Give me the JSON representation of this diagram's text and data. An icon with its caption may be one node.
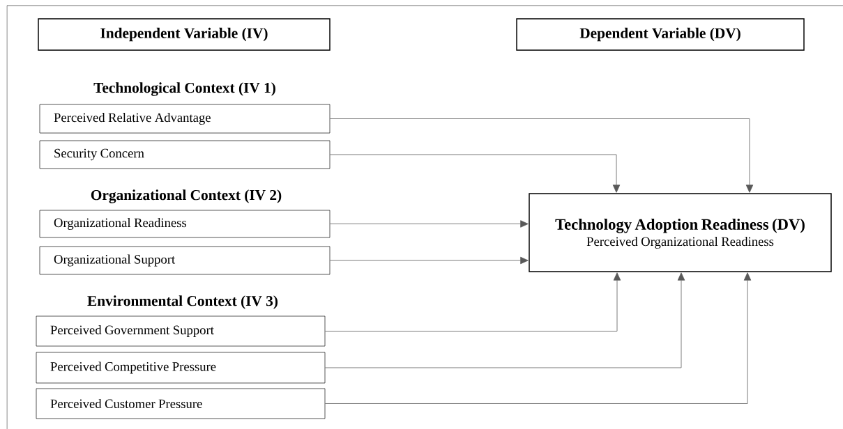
{
  "diagram": {
    "nodes": [
      {
        "text": [
          "Independent Variable (IV)"
        ]
      },
      {
        "text": [
          "Dependent Variable (DV)"
        ]
      },
      {
        "text": [
          "Perceived Relative Advantage"
        ]
      },
      {
        "text": [
          "Security Concern"
        ]
      },
      {
        "text": [
          "Organizational Readiness"
        ]
      },
      {
        "text": [
          "Organizational Support"
        ]
      },
      {
        "text": [
          "Perceived Government Support"
        ]
      },
      {
        "text": [
          "Perceived Competitive Pressure"
        ]
      },
      {
        "text": [
          "Perceived Customer Pressure"
        ]
      },
      {
        "text": [
          "Technology Adoption Readiness (DV)",
          "Perceived Organizational Readiness"
        ]
      }
    ],
    "edges": [
      {
        "from": 2,
        "to": 9,
        "arrow": "to"
      },
      {
        "from": 3,
        "to": 9,
        "arrow": "to"
      },
      {
        "from": 4,
        "to": 9,
        "arrow": "to"
      },
      {
        "from": 5,
        "to": 9,
        "arrow": "to"
      },
      {
        "from": 6,
        "to": 9,
        "arrow": "to"
      },
      {
        "from": 7,
        "to": 9,
        "arrow": "to"
      },
      {
        "from": 8,
        "to": 9,
        "arrow": "to"
      }
    ],
    "labels": [
      "Technological Context (IV 1)",
      "Organizational Context (IV 2)",
      "Environmental Context (IV 3)"
    ]
  }
}
